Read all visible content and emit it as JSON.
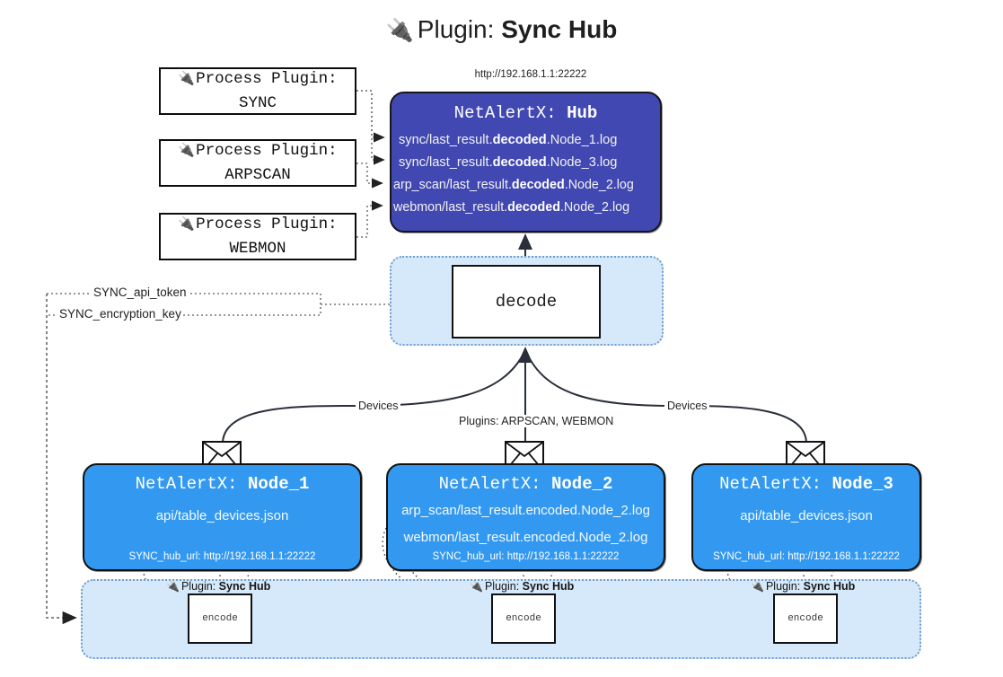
{
  "title": {
    "icon": "plug-icon",
    "lead": "Plugin:",
    "name": "Sync Hub"
  },
  "process_plugins": [
    {
      "icon": "plug-icon",
      "line1": "Process Plugin:",
      "line2": "SYNC"
    },
    {
      "icon": "plug-icon",
      "line1": "Process Plugin:",
      "line2": "ARPSCAN"
    },
    {
      "icon": "plug-icon",
      "line1": "Process Plugin:",
      "line2": "WEBMON"
    }
  ],
  "hub": {
    "url": "http://192.168.1.1:22222",
    "title_prefix": "NetAlertX:",
    "title_name": "Hub",
    "logs": [
      {
        "pre": "sync/last_result.",
        "mid": "decoded",
        "post": ".Node_1.log"
      },
      {
        "pre": "sync/last_result.",
        "mid": "decoded",
        "post": ".Node_3.log"
      },
      {
        "pre": "arp_scan/last_result.",
        "mid": "decoded",
        "post": ".Node_2.log"
      },
      {
        "pre": "webmon/last_result.",
        "mid": "decoded",
        "post": ".Node_2.log"
      }
    ]
  },
  "decode": {
    "label": "decode"
  },
  "settings": {
    "api_token": "SYNC_api_token",
    "encryption_key": "SYNC_encryption_key"
  },
  "edges": {
    "devices_left": "Devices",
    "devices_right": "Devices",
    "plugins_center": "Plugins: ARPSCAN, WEBMON"
  },
  "nodes": [
    {
      "title_prefix": "NetAlertX:",
      "title_name": "Node_1",
      "lines": [
        "api/table_devices.json"
      ],
      "footer": "SYNC_hub_url: http://192.168.1.1:22222"
    },
    {
      "title_prefix": "NetAlertX:",
      "title_name": "Node_2",
      "lines": [
        "arp_scan/last_result.encoded.Node_2.log",
        "webmon/last_result.encoded.Node_2.log"
      ],
      "footer": "SYNC_hub_url: http://192.168.1.1:22222"
    },
    {
      "title_prefix": "NetAlertX:",
      "title_name": "Node_3",
      "lines": [
        "api/table_devices.json"
      ],
      "footer": "SYNC_hub_url: http://192.168.1.1:22222"
    }
  ],
  "plugin_band": {
    "items": [
      {
        "icon": "plug-icon",
        "lead": "Plugin:",
        "name": "Sync Hub",
        "encode_label": "encode"
      },
      {
        "icon": "plug-icon",
        "lead": "Plugin:",
        "name": "Sync Hub",
        "encode_label": "encode"
      },
      {
        "icon": "plug-icon",
        "lead": "Plugin:",
        "name": "Sync Hub",
        "encode_label": "encode"
      }
    ]
  },
  "colors": {
    "hub_fill": "#4248b2",
    "node_fill": "#3399f0",
    "container_fill": "#d6e9fb",
    "container_border": "#6f9ec9",
    "stroke": "#111111"
  }
}
